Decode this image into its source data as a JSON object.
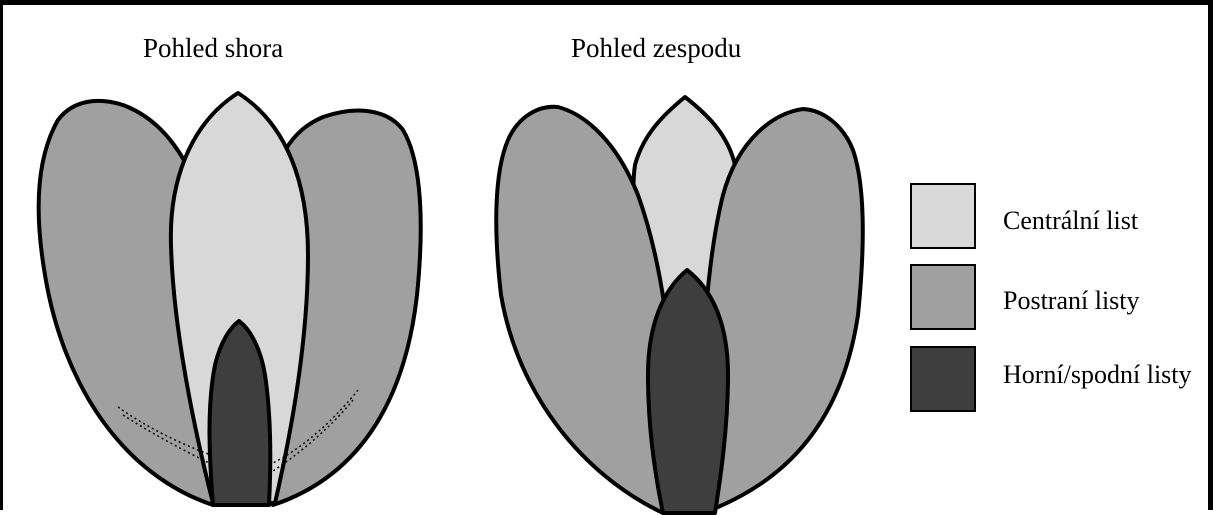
{
  "views": {
    "top": {
      "title": "Pohled shora"
    },
    "bottom": {
      "title": "Pohled zespodu"
    }
  },
  "colors": {
    "central": "#d8d8d8",
    "lateral": "#a0a0a0",
    "upper_lower": "#3e3e3e",
    "outline": "#000000"
  },
  "legend": [
    {
      "key": "central",
      "label": "Centrální list"
    },
    {
      "key": "lateral",
      "label": "Postraní listy"
    },
    {
      "key": "upper_lower",
      "label": "Horní/spodní listy"
    }
  ]
}
